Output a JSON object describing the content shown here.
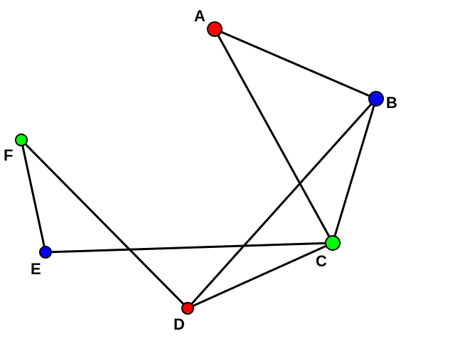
{
  "graph": {
    "nodes": [
      {
        "id": "A",
        "label": "A",
        "color": "#ff0000"
      },
      {
        "id": "B",
        "label": "B",
        "color": "#0000ff"
      },
      {
        "id": "C",
        "label": "C",
        "color": "#00ff00"
      },
      {
        "id": "D",
        "label": "D",
        "color": "#ff0000"
      },
      {
        "id": "E",
        "label": "E",
        "color": "#0000ff"
      },
      {
        "id": "F",
        "label": "F",
        "color": "#00ff00"
      }
    ],
    "edges": [
      [
        "A",
        "B"
      ],
      [
        "A",
        "C"
      ],
      [
        "B",
        "C"
      ],
      [
        "B",
        "D"
      ],
      [
        "C",
        "D"
      ],
      [
        "C",
        "E"
      ],
      [
        "E",
        "F"
      ],
      [
        "F",
        "D"
      ]
    ]
  }
}
